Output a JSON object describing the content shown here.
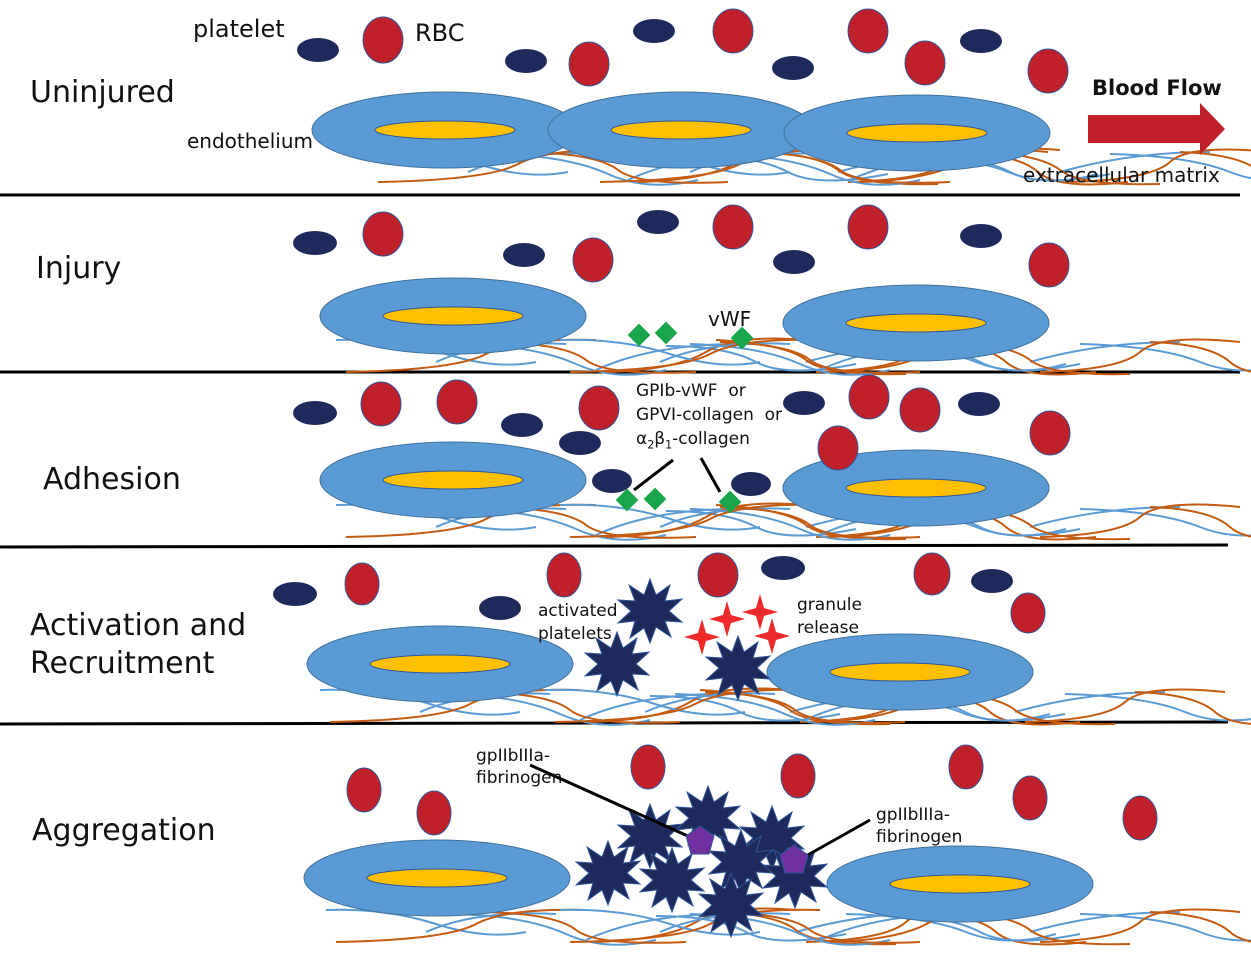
{
  "title": "Platelet response to vascular injury",
  "colors": {
    "rbc": "#c0202a",
    "platelet": "#1f2a5c",
    "endothelium": "#5b9bd5",
    "nucleus": "#ffc000",
    "collagen_orange": "#c55a11",
    "matrix_blue": "#5b9bd5",
    "vwf": "#19a64a",
    "granule": "#ee2a2a",
    "fibrinogen": "#7030a0",
    "arrow": "#c0202a",
    "divider": "#000000"
  },
  "stages": [
    {
      "id": "uninjured",
      "label": "Uninjured"
    },
    {
      "id": "injury",
      "label": "Injury"
    },
    {
      "id": "adhesion",
      "label": "Adhesion"
    },
    {
      "id": "activation",
      "label_line1": "Activation and",
      "label_line2": "Recruitment"
    },
    {
      "id": "aggregation",
      "label": "Aggregation"
    }
  ],
  "annotations": {
    "platelet": "platelet",
    "rbc": "RBC",
    "endothelium": "endothelium",
    "extracellular_matrix": "extracellular matrix",
    "blood_flow": "Blood Flow",
    "vwf": "vWF",
    "adhesion_receptors": {
      "line1": "GPIb-vWF  or",
      "line2": "GPVI-collagen  or",
      "line3_prefix": "α",
      "line3_sub1": "2",
      "line3_mid": "β",
      "line3_sub2": "1",
      "line3_suffix": "-collagen"
    },
    "activated_platelets_line1": "activated",
    "activated_platelets_line2": "platelets",
    "granule_release_line1": "granule",
    "granule_release_line2": "release",
    "gpiib_left_line1": "gpIIbIIIa-",
    "gpiib_left_line2": "fibrinogen",
    "gpiib_right_line1": "gpIIbIIIa-",
    "gpiib_right_line2": "fibrinogen"
  }
}
